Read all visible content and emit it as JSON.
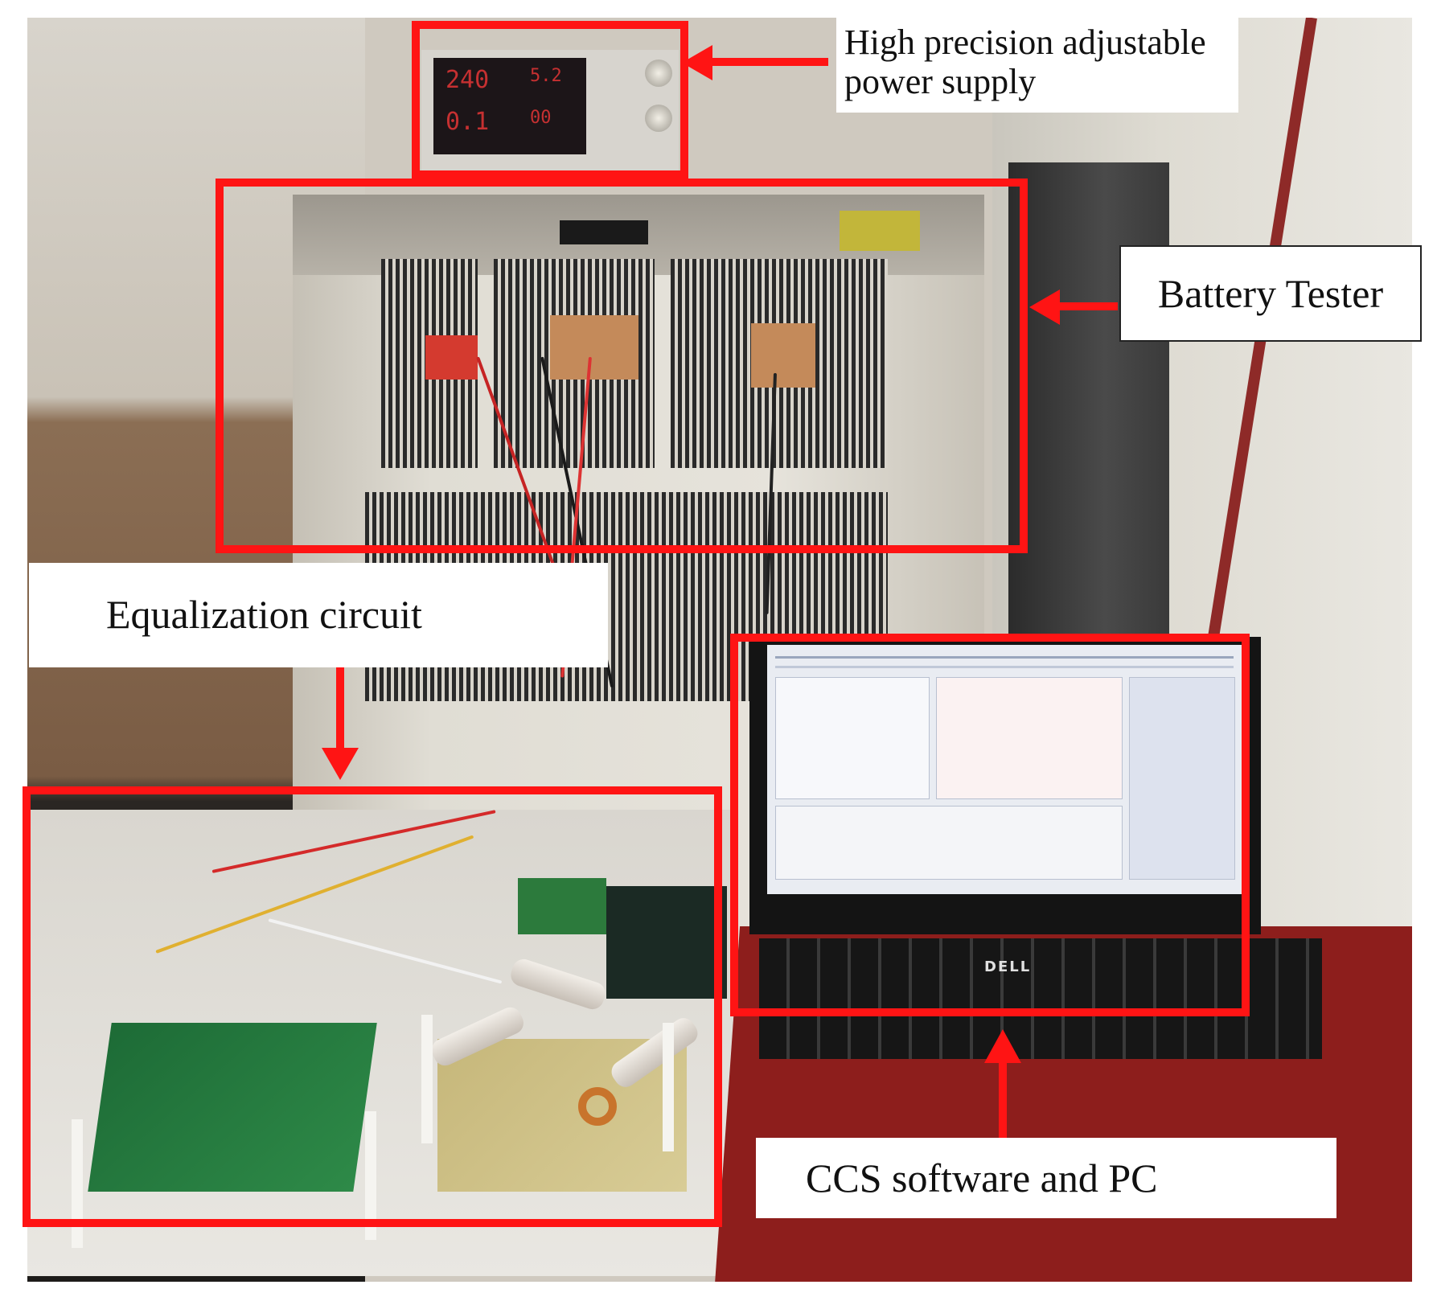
{
  "annotations": {
    "power_supply": {
      "line1": "High precision adjustable",
      "line2": "power supply"
    },
    "battery_tester": "Battery Tester",
    "equalization": "Equalization circuit",
    "ccs": "CCS software and PC"
  },
  "device_text": {
    "ps_top": "240",
    "ps_top_right": "5.2",
    "ps_bottom": "0.1",
    "ps_bottom_right": "00",
    "laptop_brand": "DELL"
  },
  "colors": {
    "annotation_red": "#ff1414",
    "laptop_red": "#8d1e1c",
    "pcb_green": "#2e8a48"
  }
}
